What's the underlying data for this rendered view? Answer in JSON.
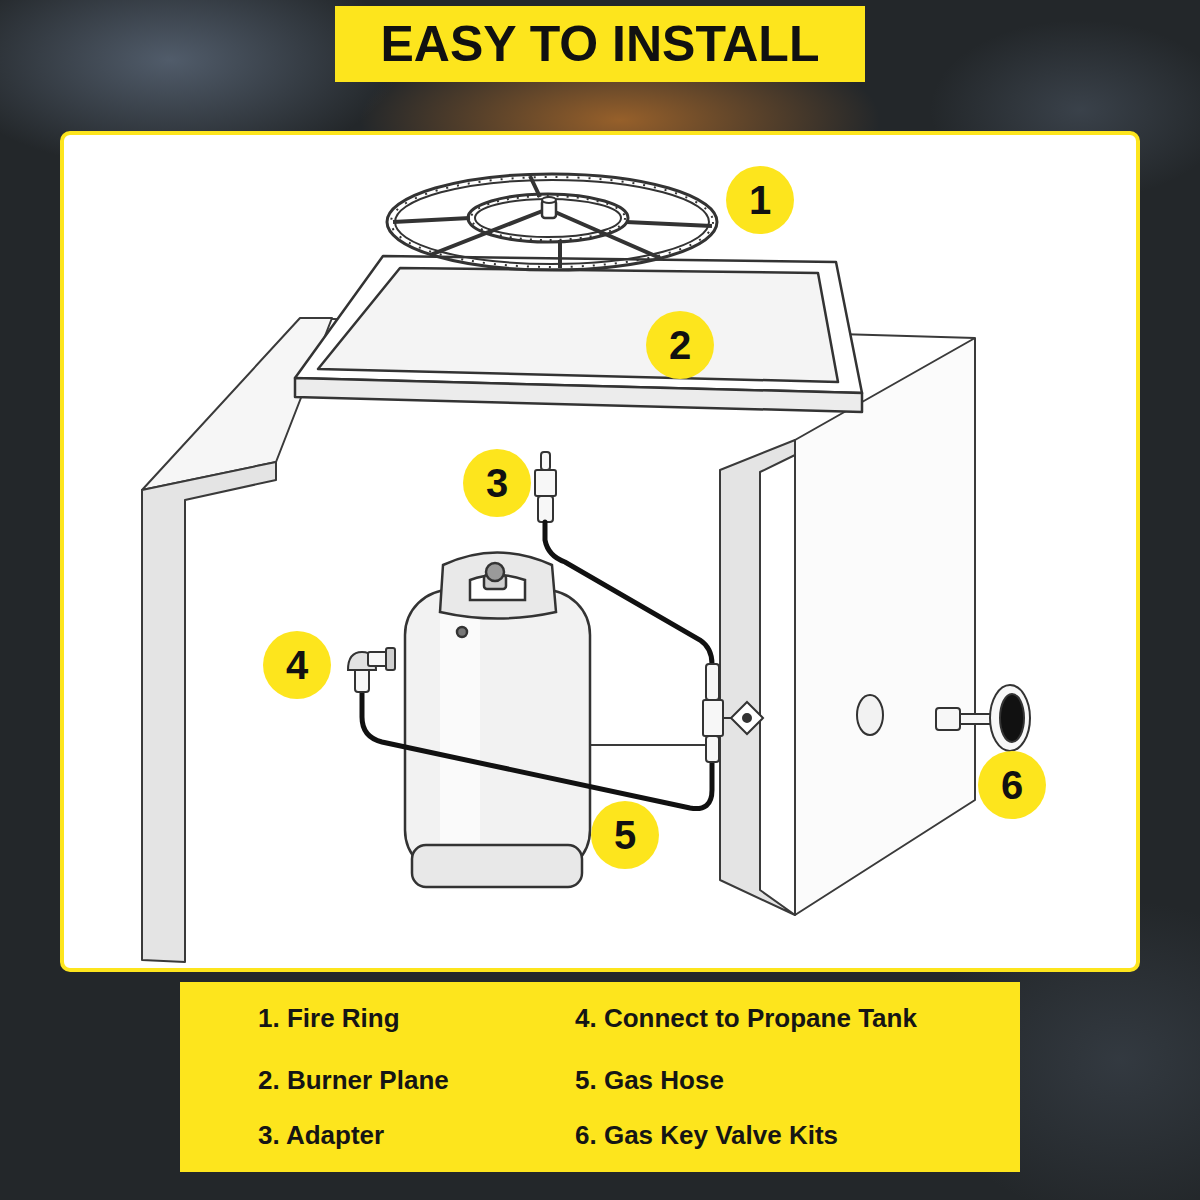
{
  "diagram": {
    "title": "EASY TO INSTALL",
    "nodes": [
      {
        "text": [
          "1"
        ]
      },
      {
        "text": [
          "2"
        ]
      },
      {
        "text": [
          "3"
        ]
      },
      {
        "text": [
          "4"
        ]
      },
      {
        "text": [
          "6"
        ]
      },
      {
        "text": [
          "5"
        ]
      },
      {
        "text": [
          "1. Fire Ring",
          "2. Burner Plane",
          "3. Adapter",
          "4. Connect to Propane Tank",
          "5. Gas Hose",
          "6. Gas Key Valve Kits"
        ]
      }
    ]
  }
}
